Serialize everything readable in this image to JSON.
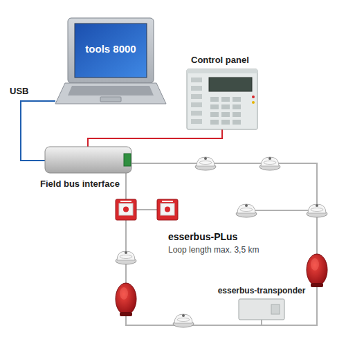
{
  "diagram": {
    "nodes": [
      {
        "text": [
          "tools 8000"
        ]
      },
      {
        "text": [
          "Control panel"
        ]
      },
      {
        "text": [
          "Field bus interface"
        ]
      },
      {
        "text": [
          "esserbus-transponder"
        ]
      }
    ],
    "edges": [
      {
        "from": 0,
        "to": 2,
        "arrow": "none",
        "label": "USB"
      },
      {
        "from": 2,
        "to": 1,
        "arrow": "none"
      },
      {
        "from": 2,
        "to": 3,
        "arrow": "none"
      }
    ],
    "labels": [
      "esserbus-PLus",
      "Loop length max. 3,5 km"
    ]
  }
}
